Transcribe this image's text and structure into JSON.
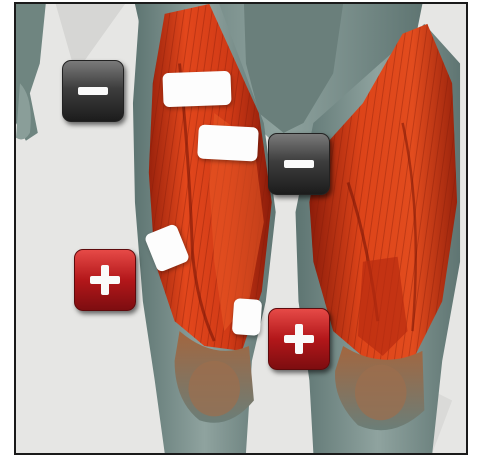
{
  "image": {
    "subject": "thigh-muscles-electrode-placement",
    "colors": {
      "muscle": "#d8411c",
      "muscle_dark": "#8e1e0c",
      "skin": "#7f948f",
      "background": "#e6e6e4",
      "pad": "#fdfdfd",
      "minus_button": "#3a3a3a",
      "plus_button": "#c21d20"
    },
    "icons": {
      "minus": "minus-icon",
      "plus": "plus-icon"
    },
    "electrodes": {
      "negative_count": 2,
      "positive_count": 2,
      "pad_count": 4
    }
  }
}
